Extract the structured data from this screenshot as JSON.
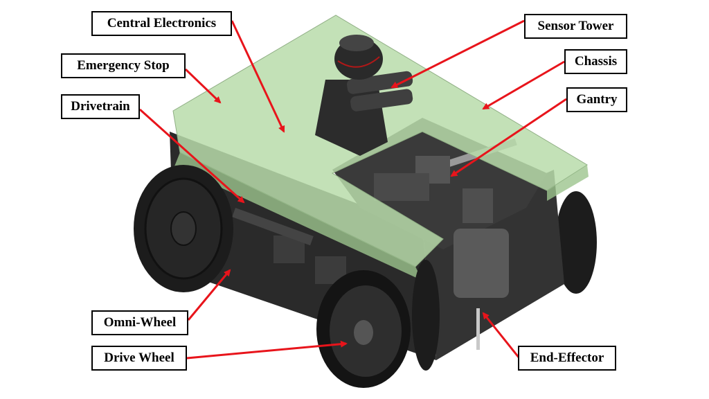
{
  "colors": {
    "arrow": "#e8141b",
    "chassis_tint": "#b9dcaa",
    "wheel": "#1c1c1c",
    "frame": "#2b2b2b"
  },
  "labels": {
    "central_electronics": "Central Electronics",
    "emergency_stop": "Emergency Stop",
    "drivetrain": "Drivetrain",
    "sensor_tower": "Sensor Tower",
    "chassis": "Chassis",
    "gantry": "Gantry",
    "omni_wheel": "Omni-Wheel",
    "drive_wheel": "Drive Wheel",
    "end_effector": "End-Effector"
  }
}
